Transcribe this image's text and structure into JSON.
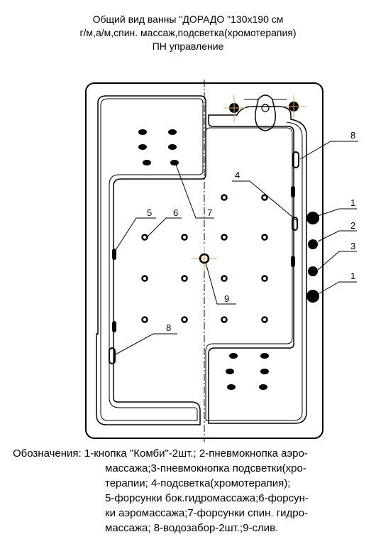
{
  "title": {
    "line1": "Общий вид ванны \"ДОРАДО \"130х190 см",
    "line2": "г/м,а/м,спин. массаж,подсветка(хромотерапия)",
    "line3": "ПН управление"
  },
  "callouts": [
    "1",
    "2",
    "3",
    "1",
    "4",
    "5",
    "6",
    "7",
    "8",
    "8",
    "9"
  ],
  "legend": {
    "line1": "Обозначения: 1-кнопка \"Комби\"-2шт.; 2-пневмокнопка аэро-",
    "line2": "массажа;3-пневмокнопка подсветки(хро-",
    "line3": "терапии; 4-подсветка(хромотерапия);",
    "line4": "5-форсунки бок.гидромассажа;6-форсун-",
    "line5": "ки аэромассажа;7-форсунки спин. гидро-",
    "line6": "массажа; 8-водозабор-2шт.;9-слив."
  }
}
